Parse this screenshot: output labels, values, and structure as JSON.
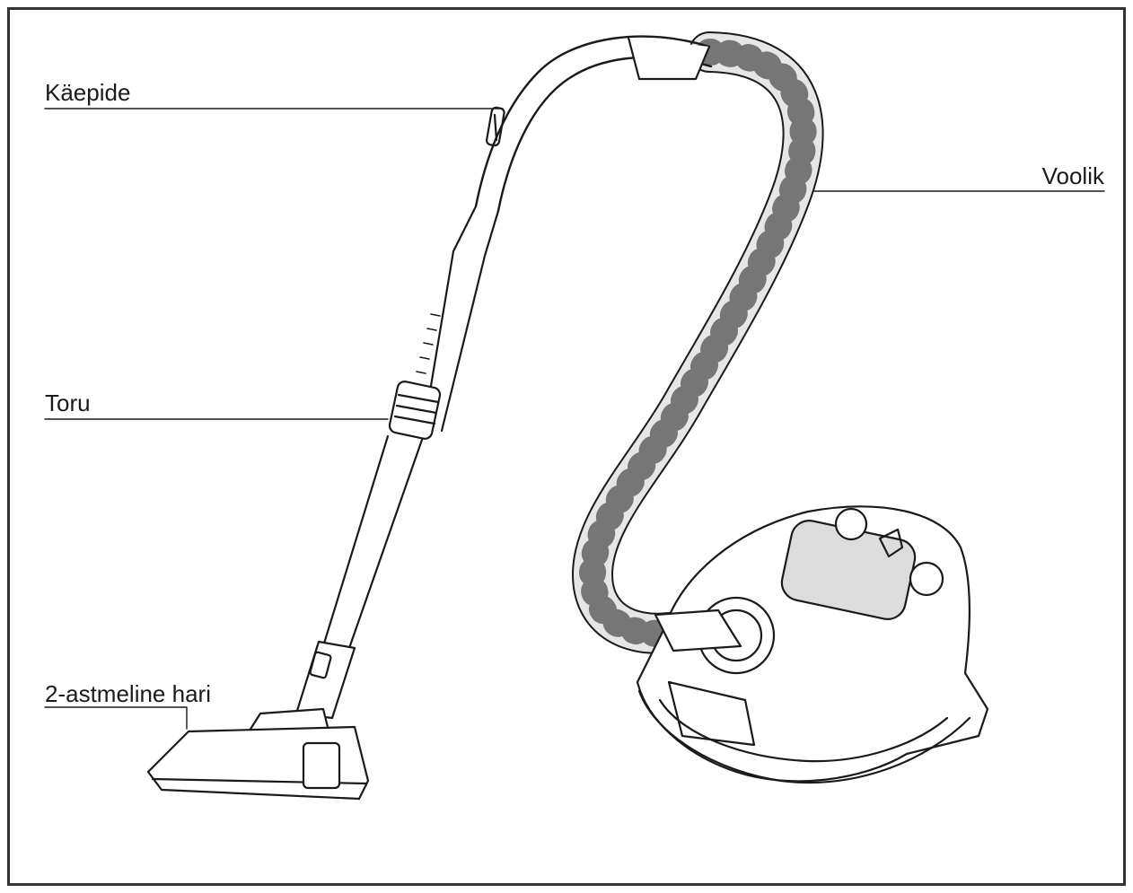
{
  "labels": {
    "handle": "Käepide",
    "tube": "Toru",
    "hose": "Voolik",
    "brush": "2-astmeline hari"
  },
  "colors": {
    "line": "#1a1a1a",
    "hose_fill": "#e6e6e6",
    "frame": "#333333"
  }
}
